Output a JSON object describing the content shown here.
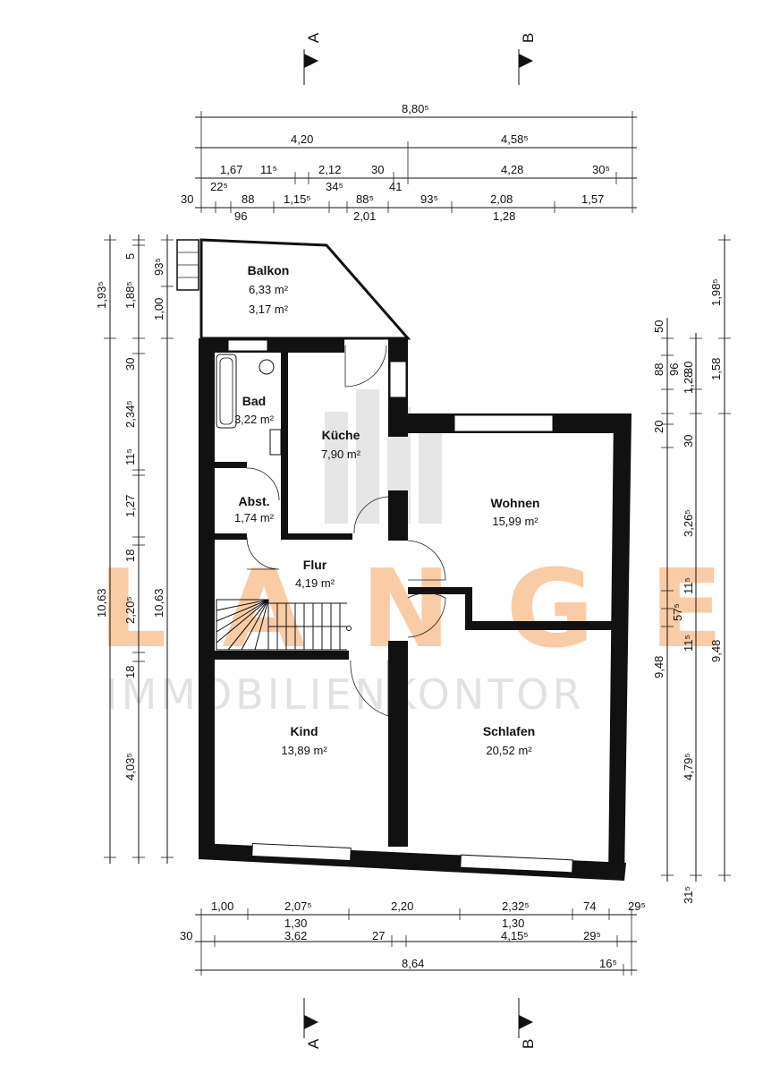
{
  "rooms": {
    "balkon": {
      "name": "Balkon",
      "area1": "6,33 m²",
      "area2": "3,17 m²"
    },
    "bad": {
      "name": "Bad",
      "area": "3,22 m²"
    },
    "kueche": {
      "name": "Küche",
      "area": "7,90 m²"
    },
    "abst": {
      "name": "Abst.",
      "area": "1,74 m²"
    },
    "flur": {
      "name": "Flur",
      "area": "4,19 m²"
    },
    "wohnen": {
      "name": "Wohnen",
      "area": "15,99 m²"
    },
    "kind": {
      "name": "Kind",
      "area": "13,89 m²"
    },
    "schlafen": {
      "name": "Schlafen",
      "area": "20,52 m²"
    }
  },
  "watermark": {
    "brand": "LANGE",
    "sub": "IMMOBILIENKONTOR"
  },
  "sections": {
    "a": "A",
    "b": "B"
  },
  "dims_top": {
    "total": "8,80⁵",
    "row2": [
      "4,20",
      "4,58⁵"
    ],
    "row3": [
      "1,67",
      "11⁵",
      "2,12",
      "30",
      "4,28",
      "30⁵"
    ],
    "row4a": [
      "22⁵",
      "34⁵",
      "41"
    ],
    "row4": [
      "30",
      "88",
      "1,15⁵",
      "88⁵",
      "93⁵",
      "2,08",
      "1,57"
    ],
    "row5": [
      "96",
      "2,01",
      "1,28"
    ]
  },
  "dims_bottom": {
    "row1": [
      "1,00",
      "2,07⁵",
      "2,20",
      "2,32⁵",
      "74",
      "29⁵"
    ],
    "row1b": [
      "1,30",
      "1,30"
    ],
    "row2": [
      "30",
      "3,62",
      "27",
      "4,15⁵",
      "29⁵"
    ],
    "row3": [
      "8,64",
      "16⁵"
    ]
  },
  "dims_left": {
    "outer": [
      "1,93⁵",
      "10,63"
    ],
    "mid": [
      "5",
      "1,88⁵",
      "30",
      "2,34⁵",
      "11⁵",
      "1,27",
      "18",
      "2,20⁵",
      "18",
      "4,03⁵"
    ],
    "inner": [
      "93⁵",
      "1,00",
      "10,63"
    ]
  },
  "dims_right": {
    "inner": [
      "50",
      "88",
      "96",
      "20",
      "30",
      "3,26⁵",
      "11⁵",
      "57⁵",
      "11⁵",
      "4,79⁵",
      "9,48",
      "31⁵"
    ],
    "mid": [
      "1,28",
      "30"
    ],
    "outer": [
      "1,98⁵",
      "1,58",
      "9,48"
    ]
  }
}
